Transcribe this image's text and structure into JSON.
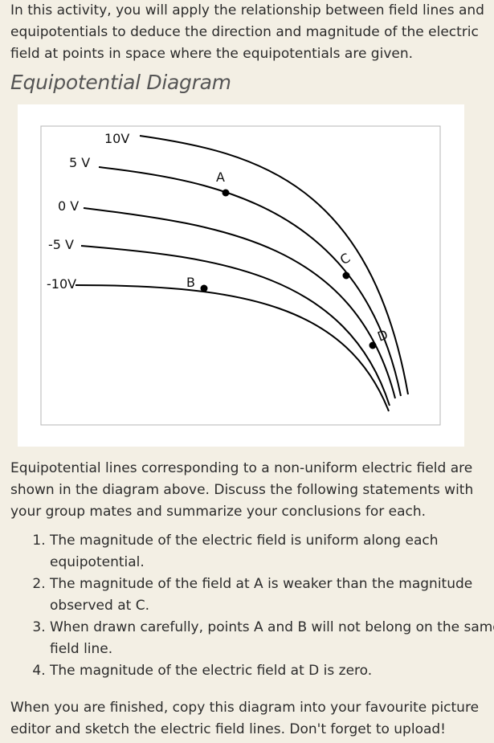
{
  "intro": "In this activity, you will apply the relationship between field lines and equipotentials to deduce the direction and magnitude of the electric field at points in space where the equipotentials are given.",
  "heading": "Equipotential Diagram",
  "diagram": {
    "equipotential_labels": [
      "10V",
      "5 V",
      "0 V",
      "-5 V",
      "-10V"
    ],
    "point_labels": [
      "A",
      "B",
      "C",
      "D"
    ]
  },
  "description": "Equipotential lines corresponding to a non-uniform electric field are shown in the diagram above. Discuss the following statements with your group mates and summarize your conclusions for each.",
  "statements": [
    "The magnitude of the electric field is uniform along each equipotential.",
    "The magnitude of the field at A is weaker than the magnitude observed at C.",
    "When drawn carefully, points A and B will not belong on the same field line.",
    "The magnitude of the electric field at D is zero."
  ],
  "closing": "When you are finished, copy this diagram into your favourite picture editor and sketch the electric field lines. Don't forget to upload!"
}
